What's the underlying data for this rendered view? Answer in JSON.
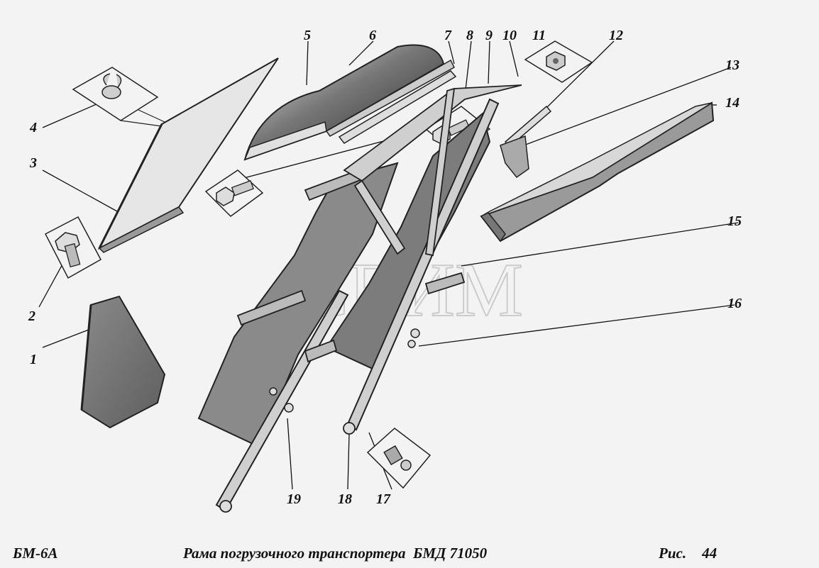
{
  "callouts": {
    "n1": "1",
    "n2": "2",
    "n3": "3",
    "n4": "4",
    "n5": "5",
    "n6": "6",
    "n7": "7",
    "n8": "8",
    "n9": "9",
    "n10": "10",
    "n11": "11",
    "n12": "12",
    "n13": "13",
    "n14": "14",
    "n15": "15",
    "n16": "16",
    "n17": "17",
    "n18": "18",
    "n19": "19"
  },
  "watermark": "СВИМ",
  "caption": {
    "model": "БМ-6А",
    "title": "Рама погрузочного транспортера  БМД 71050",
    "fig_label": "Рис.",
    "fig_number": "44"
  }
}
